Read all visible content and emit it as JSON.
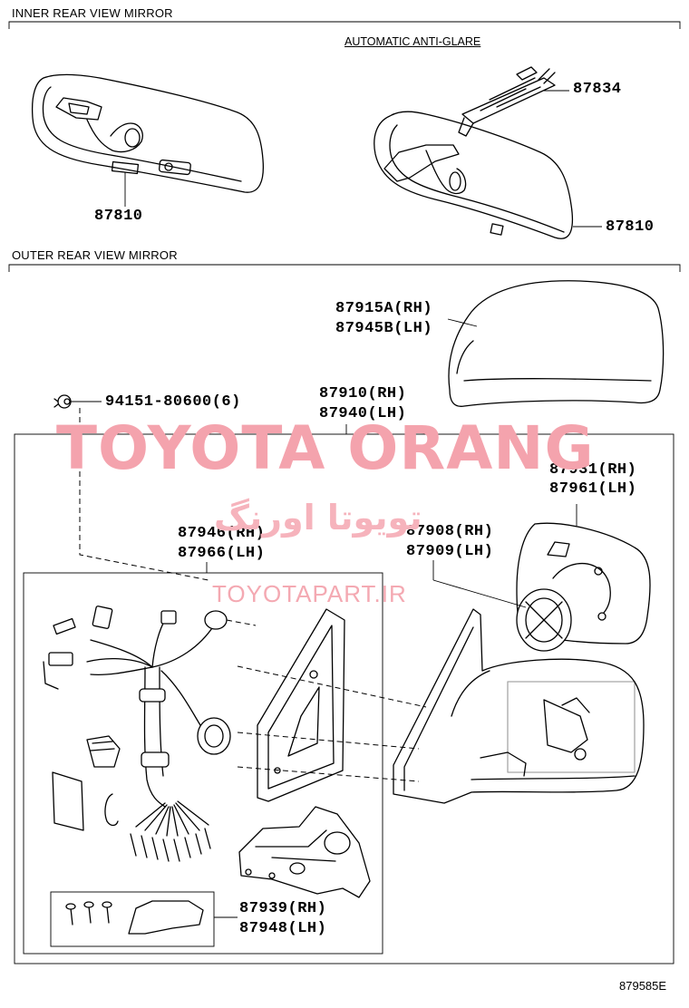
{
  "sections": {
    "inner_title": "INNER REAR VIEW MIRROR",
    "outer_title": "OUTER REAR VIEW MIRROR",
    "auto_antiglare": "AUTOMATIC ANTI-GLARE"
  },
  "part_labels": {
    "p87834": "87834",
    "p87810_left": "87810",
    "p87810_right": "87810",
    "p87915a": "87915A(RH)",
    "p87945b": "87945B(LH)",
    "p94151": "94151-80600(6)",
    "p87910": "87910(RH)",
    "p87940": "87940(LH)",
    "p87931": "87931(RH)",
    "p87961": "87961(LH)",
    "p87946": "87946(RH)",
    "p87966": "87966(LH)",
    "p87908": "87908(RH)",
    "p87909": "87909(LH)",
    "p87939": "87939(RH)",
    "p87948": "87948(LH)"
  },
  "watermark": {
    "main": "TOYOTA ORANG",
    "persian": "تویوتا اورنگ",
    "site": "TOYOTAPART.IR"
  },
  "figure_code": "879585E",
  "colors": {
    "line": "#000000",
    "watermark": "#f4a3ad"
  }
}
